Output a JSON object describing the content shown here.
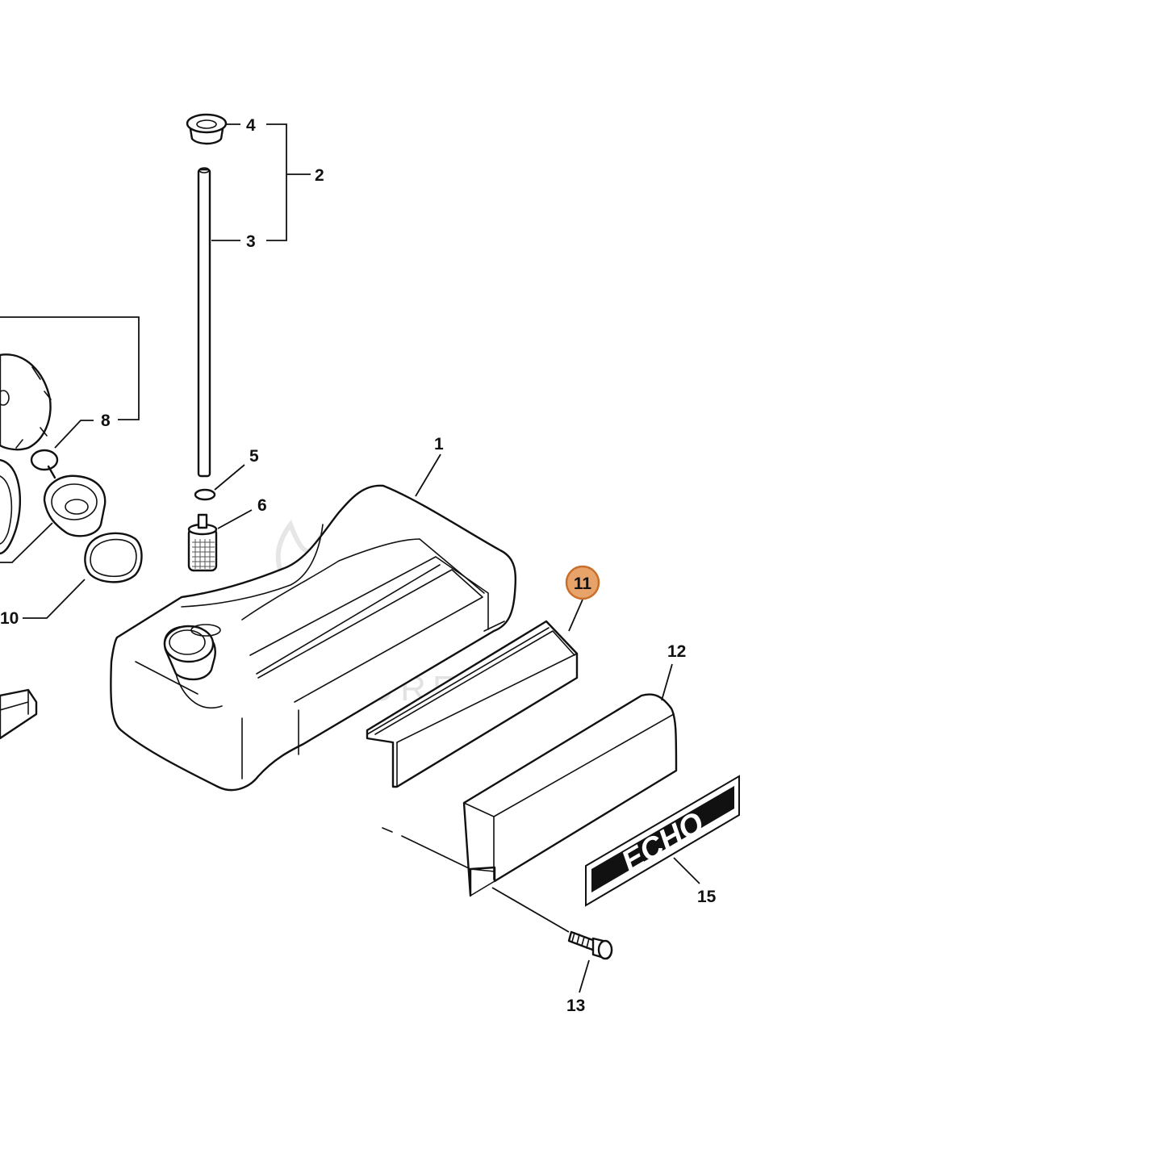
{
  "watermark": {
    "text": "LEADVENTURE"
  },
  "decal": {
    "brand_text": "ECHO"
  },
  "highlight": {
    "label": "11",
    "fill": "#e8a36a",
    "stroke": "#c96f2c"
  },
  "callouts": {
    "c1": "1",
    "c2": "2",
    "c3": "3",
    "c4": "4",
    "c5": "5",
    "c6": "6",
    "c8": "8",
    "c10": "10",
    "c12": "12",
    "c13": "13",
    "c15": "15"
  }
}
